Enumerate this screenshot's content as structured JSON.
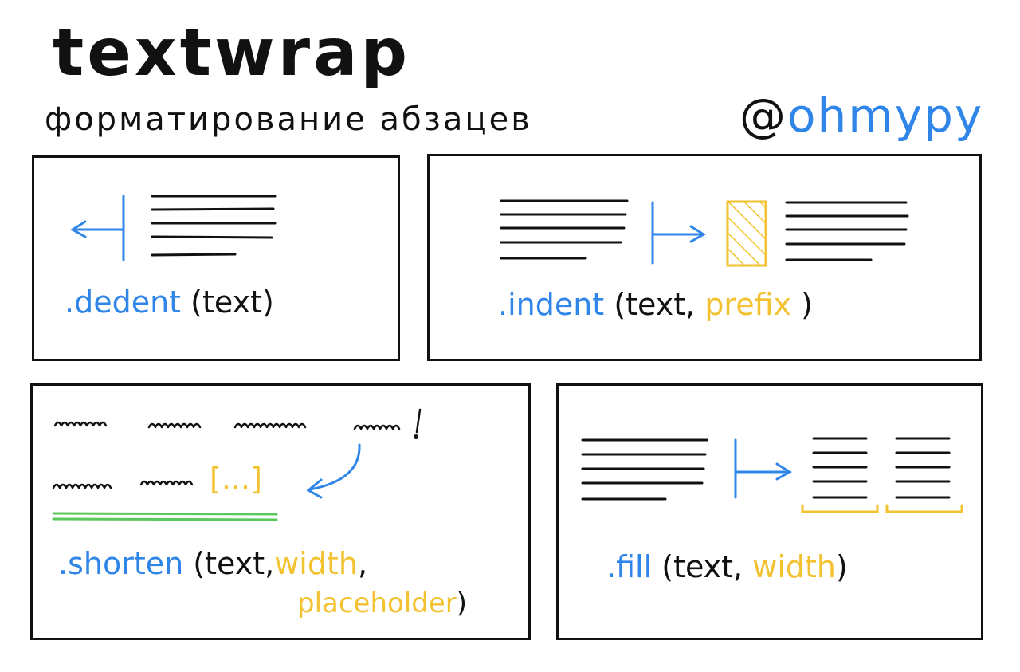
{
  "header": {
    "title": "textwrap",
    "subtitle": "форматирование абзацев",
    "handle_at": "@",
    "handle_name": "ohmypy"
  },
  "colors": {
    "ink": "#111111",
    "blue": "#2f86e8",
    "yellow": "#f2c230",
    "green": "#5ac85a"
  },
  "panels": {
    "dedent": {
      "method": ".dedent",
      "args": "(text)"
    },
    "indent": {
      "method": ".indent",
      "args_start": "(text,",
      "highlight": "prefix",
      "args_end": ")"
    },
    "shorten": {
      "method": ".shorten",
      "args_start": "(text,",
      "highlight1": "width",
      "comma": ",",
      "highlight2": "placeholder",
      "args_end": ")",
      "placeholder_mark": "[...]"
    },
    "fill": {
      "method": ".fill",
      "args_start": "(text,",
      "highlight": "width",
      "args_end": ")"
    }
  },
  "icons": {
    "dedent": [
      "left-arrow-icon",
      "text-lines-icon"
    ],
    "indent": [
      "right-arrow-icon",
      "hatched-prefix-icon",
      "text-lines-icon"
    ],
    "shorten": [
      "scribble-text-icon",
      "curved-arrow-icon",
      "green-underline-icon"
    ],
    "fill": [
      "right-arrow-icon",
      "column-brackets-icon"
    ]
  }
}
